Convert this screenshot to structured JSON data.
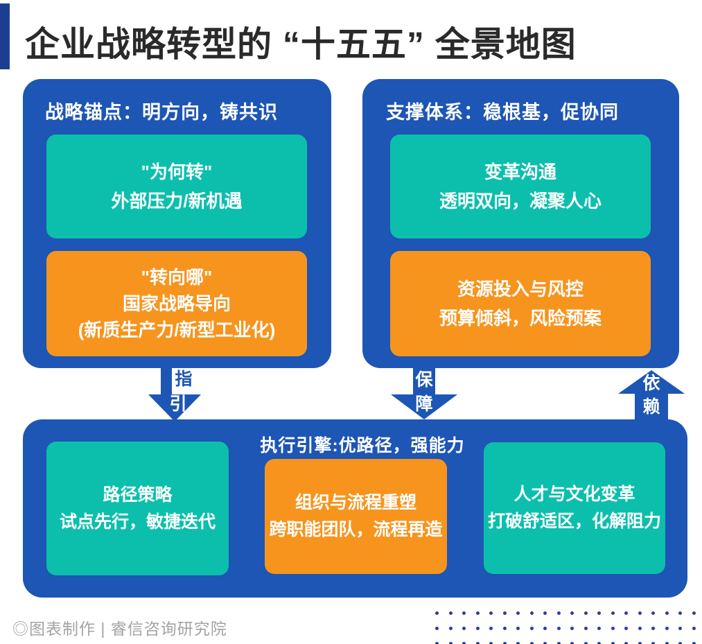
{
  "title": {
    "text": "企业战略转型的 “十五五” 全景地图",
    "accent_bar_color": "#1C3E91",
    "text_color": "#2A2A2A"
  },
  "colors": {
    "panel_blue": "#1D56B4",
    "teal": "#0CBFAC",
    "orange": "#F7941E",
    "navy_accent": "#1C3E91",
    "dot_indigo": "#2F3D9B",
    "footer_gray": "#A3A3A3",
    "card_text": "#FFFFFF"
  },
  "panels": {
    "anchor": {
      "header": "战略锚点：明方向，铸共识",
      "cards": [
        {
          "color": "teal",
          "lines": [
            "\"为何转\"",
            "外部压力/新机遇"
          ]
        },
        {
          "color": "orange",
          "lines": [
            "\"转向哪\"",
            "国家战略导向",
            "(新质生产力/新型工业化)"
          ]
        }
      ]
    },
    "support": {
      "header": "支撑体系：稳根基，促协同",
      "cards": [
        {
          "color": "teal",
          "lines": [
            "变革沟通",
            "透明双向，凝聚人心"
          ]
        },
        {
          "color": "orange",
          "lines": [
            "资源投入与风控",
            "预算倾斜，风险预案"
          ]
        }
      ]
    },
    "engine": {
      "header": "执行引擎:优路径，强能力",
      "cards": [
        {
          "color": "teal",
          "lines": [
            "路径策略",
            "试点先行，敏捷迭代"
          ]
        },
        {
          "color": "orange",
          "lines": [
            "组织与流程重塑",
            "跨职能团队，流程再造"
          ]
        },
        {
          "color": "teal",
          "lines": [
            "人才与文化变革",
            "打破舒适区，化解阻力"
          ]
        }
      ]
    }
  },
  "arrows": [
    {
      "name": "guide",
      "direction": "down",
      "chars": [
        "指",
        "引"
      ]
    },
    {
      "name": "safeguard",
      "direction": "down",
      "chars": [
        "保",
        "障"
      ]
    },
    {
      "name": "depend",
      "direction": "up",
      "chars": [
        "依",
        "赖"
      ]
    }
  ],
  "footer": {
    "credit": "◎图表制作 | 睿信咨询研究院"
  },
  "decor": {
    "dot_rows": 3,
    "dot_cols": 20
  }
}
